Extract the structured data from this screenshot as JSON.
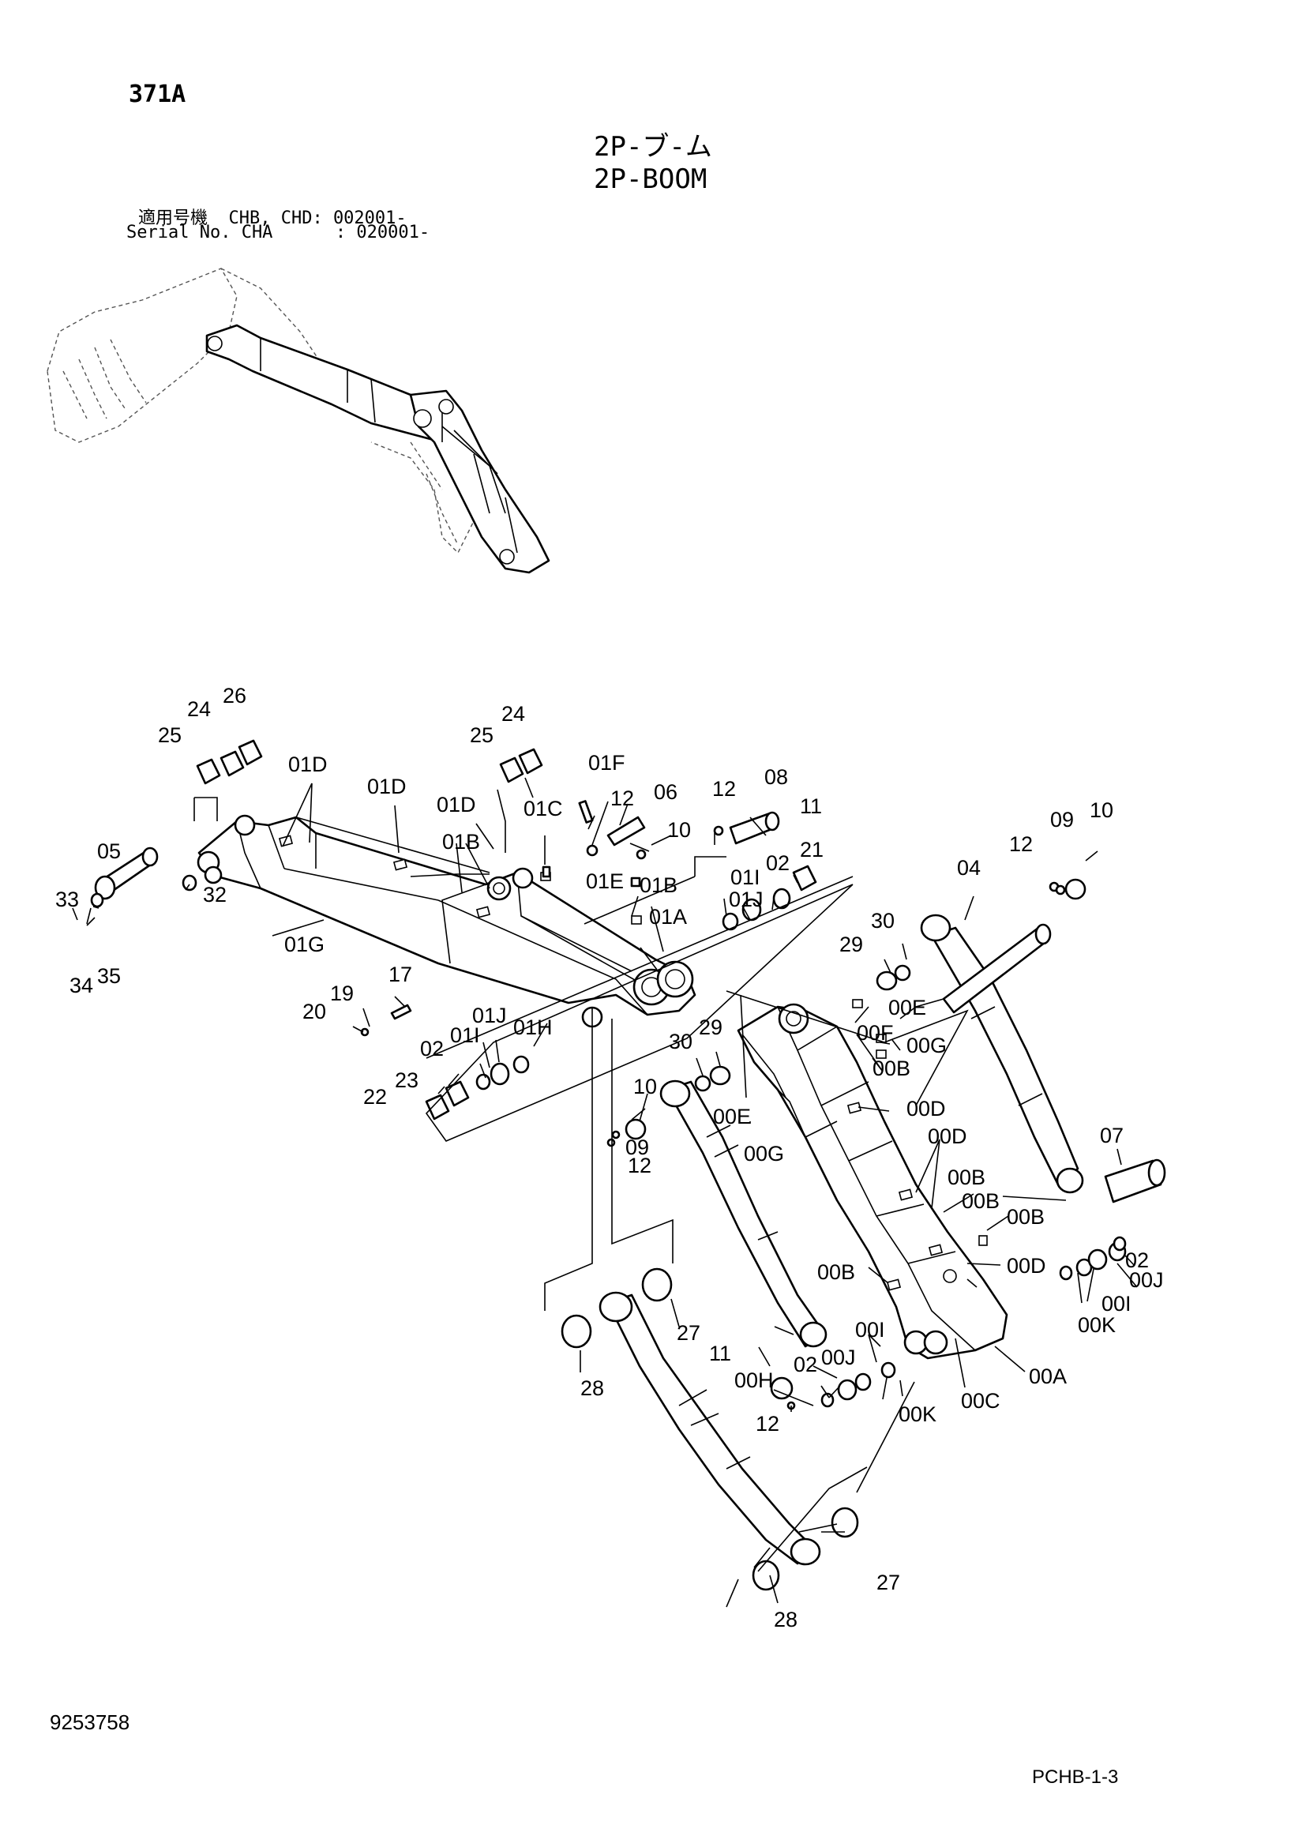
{
  "header": {
    "page_code": "371A",
    "title_jp": "2P-ブ-ム",
    "title_en": "2P-BOOM",
    "serial_line_1": "適用号機  CHB, CHD: 002001-",
    "serial_line_2": "Serial No. CHA      : 020001-"
  },
  "footer": {
    "drawing_number": "9253758",
    "page_ref": "PCHB-1-3"
  },
  "callouts": [
    "26",
    "24",
    "25",
    "01D",
    "01D",
    "25",
    "24",
    "01F",
    "12",
    "06",
    "12",
    "08",
    "11",
    "01D",
    "01C",
    "10",
    "05",
    "01B",
    "09",
    "10",
    "12",
    "01E",
    "01B",
    "01I",
    "02",
    "21",
    "04",
    "33",
    "01J",
    "01A",
    "32",
    "30",
    "29",
    "01G",
    "00E",
    "17",
    "19",
    "20",
    "01J",
    "01I",
    "00F",
    "00G",
    "01H",
    "02",
    "29",
    "30",
    "00B",
    "23",
    "22",
    "10",
    "00D",
    "00E",
    "00G",
    "07",
    "00D",
    "12",
    "09",
    "00B",
    "00B",
    "00B",
    "02",
    "00D",
    "00J",
    "00B",
    "00I",
    "00K",
    "27",
    "00I",
    "11",
    "02",
    "00J",
    "00H",
    "28",
    "00A",
    "12",
    "00K",
    "00C",
    "27",
    "28",
    "34",
    "35"
  ]
}
